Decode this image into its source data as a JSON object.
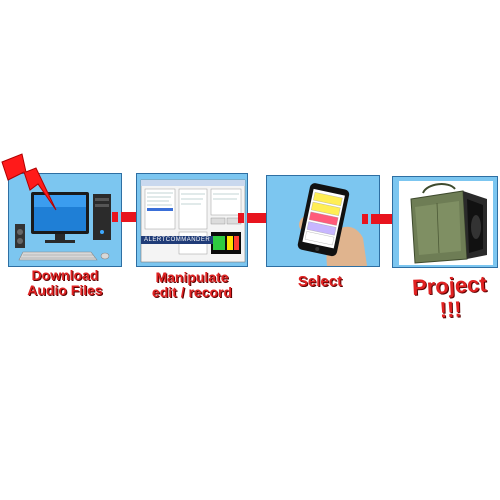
{
  "steps": [
    {
      "id": "download",
      "label_line1": "Download",
      "label_line2": "Audio Files"
    },
    {
      "id": "manipulate",
      "label_line1": "Manipulate",
      "label_line2": "edit / record",
      "app_title": "ALERTCOMMANDER"
    },
    {
      "id": "select",
      "label_line1": "Select",
      "label_line2": ""
    },
    {
      "id": "project",
      "label_line1": "Project !!!",
      "label_line2": ""
    }
  ],
  "colors": {
    "panel_bg": "#7cc6f0",
    "panel_border": "#2e6fa3",
    "label_red": "#e02222",
    "arrow_red": "#e8141e",
    "lightning_red": "#ff1a1a"
  },
  "icons": [
    "lightning-icon",
    "computer-icon",
    "software-window-icon",
    "phone-in-hand-icon",
    "speaker-bag-icon",
    "arrow-right-icon"
  ]
}
